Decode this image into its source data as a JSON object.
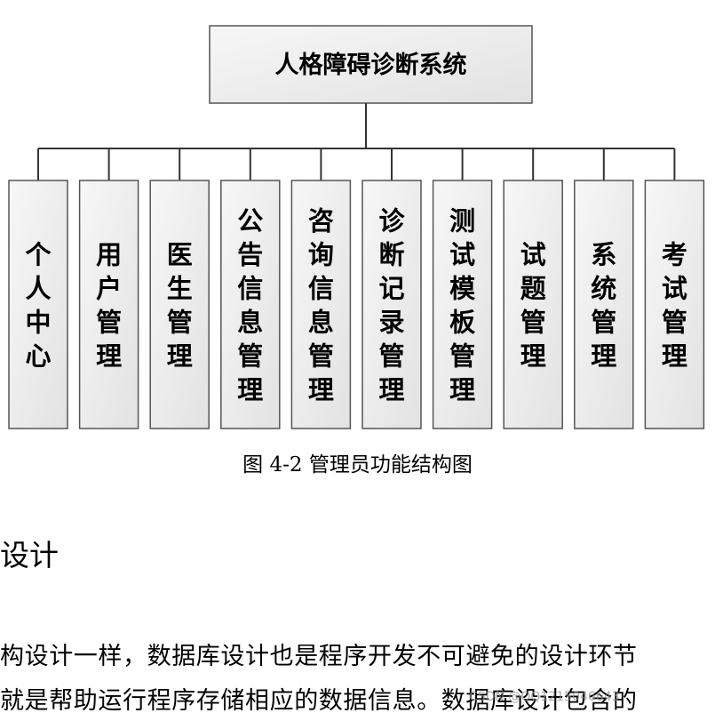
{
  "diagram": {
    "root": "人格障碍诊断系统",
    "children": [
      "个人中心",
      "用户管理",
      "医生管理",
      "公告信息管理",
      "咨询信息管理",
      "诊断记录管理",
      "测试模板管理",
      "试题管理",
      "系统管理",
      "考试管理"
    ]
  },
  "caption": "图 4-2  管理员功能结构图",
  "heading": "设计",
  "paragraphs": [
    "构设计一样，数据库设计也是程序开发不可避免的设计环节",
    "就是帮助运行程序存储相应的数据信息。数据库设计包含的"
  ],
  "watermark": "CSDN @QQ1215046643",
  "colors": {
    "box_fill": "#ededed",
    "box_stroke": "#555555",
    "line": "#333333"
  }
}
